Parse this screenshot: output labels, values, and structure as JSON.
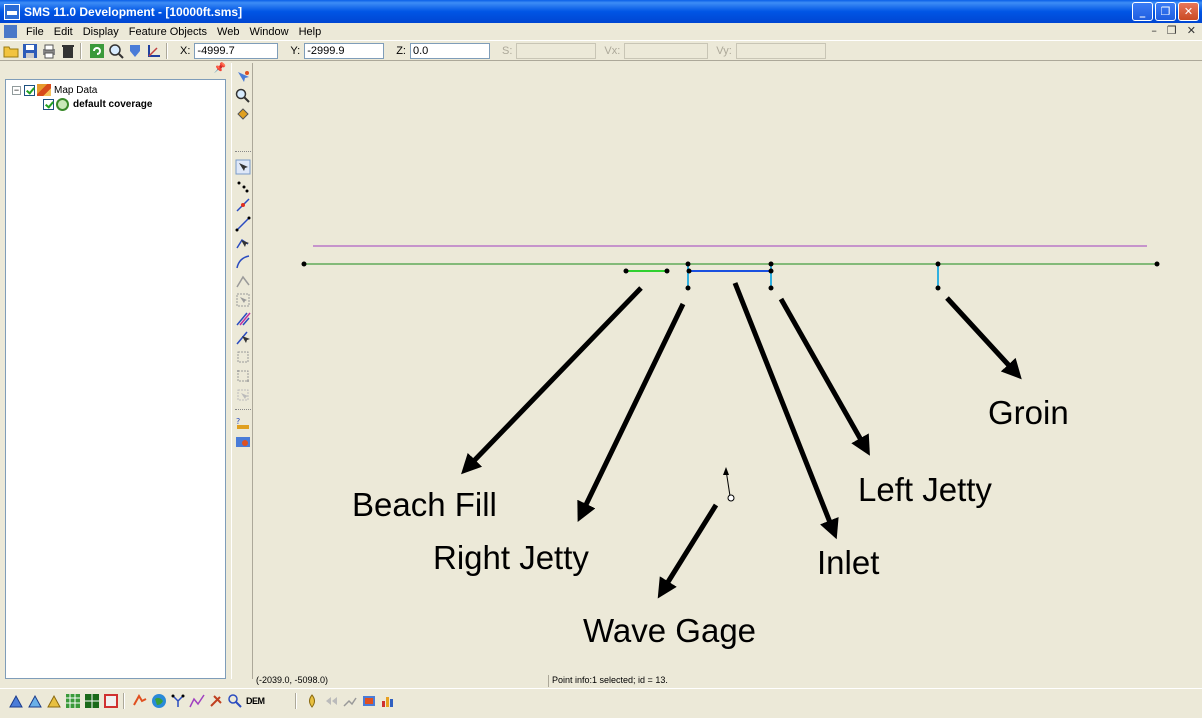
{
  "window": {
    "title": "SMS 11.0 Development - [10000ft.sms]"
  },
  "menu": [
    "File",
    "Edit",
    "Display",
    "Feature Objects",
    "Web",
    "Window",
    "Help"
  ],
  "coords": {
    "x_label": "X:",
    "x_value": "-4999.7",
    "y_label": "Y:",
    "y_value": "-2999.9",
    "z_label": "Z:",
    "z_value": "0.0",
    "s_label": "S:",
    "s_value": "",
    "vx_label": "Vx:",
    "vx_value": "",
    "vy_label": "Vy:",
    "vy_value": ""
  },
  "tree": {
    "root": "Map Data",
    "child": "default coverage"
  },
  "canvas": {
    "labels": {
      "beach_fill": "Beach Fill",
      "right_jetty": "Right Jetty",
      "inlet": "Inlet",
      "left_jetty": "Left Jetty",
      "groin": "Groin",
      "wave_gage": "Wave Gage"
    }
  },
  "status": {
    "cursor": "(-2039.0, -5098.0)",
    "info": "Point info:1 selected; id = 13."
  },
  "bottom": {
    "dem_label": "DEM"
  },
  "colors": {
    "titlebar": "#0055e5",
    "background": "#ece9d8",
    "shoreline": "#1a8a1a",
    "offshore_line": "#a040c0",
    "inlet": "#1a50e0",
    "jetty": "#30b0e0",
    "beach_fill": "#30d030"
  }
}
